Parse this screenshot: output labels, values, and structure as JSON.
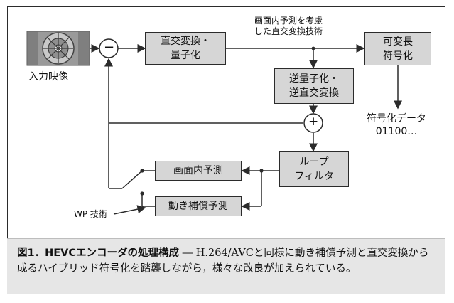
{
  "diagram": {
    "input_label": "入力映像",
    "subtract_symbol": "−",
    "add_symbol": "+",
    "blocks": {
      "transform_quant": "直交変換・\n量子化",
      "vlc": "可変長\n符号化",
      "inv_quant": "逆量子化・\n逆直交変換",
      "loop_filter": "ループ\nフィルタ",
      "intra": "画面内予測",
      "inter": "動き補償予測"
    },
    "intra_note": "画面内予測を考慮\nした直交変換技術",
    "output_label": "符号化データ\n01100…",
    "wp_label": "WP 技術"
  },
  "caption": {
    "title": "図1．HEVCエンコーダの処理構成",
    "body": " ― H.264/AVCと同様に動き補償予測と直交変換から成るハイブリッド符号化を踏襲しながら，様々な改良が加えられている。"
  }
}
